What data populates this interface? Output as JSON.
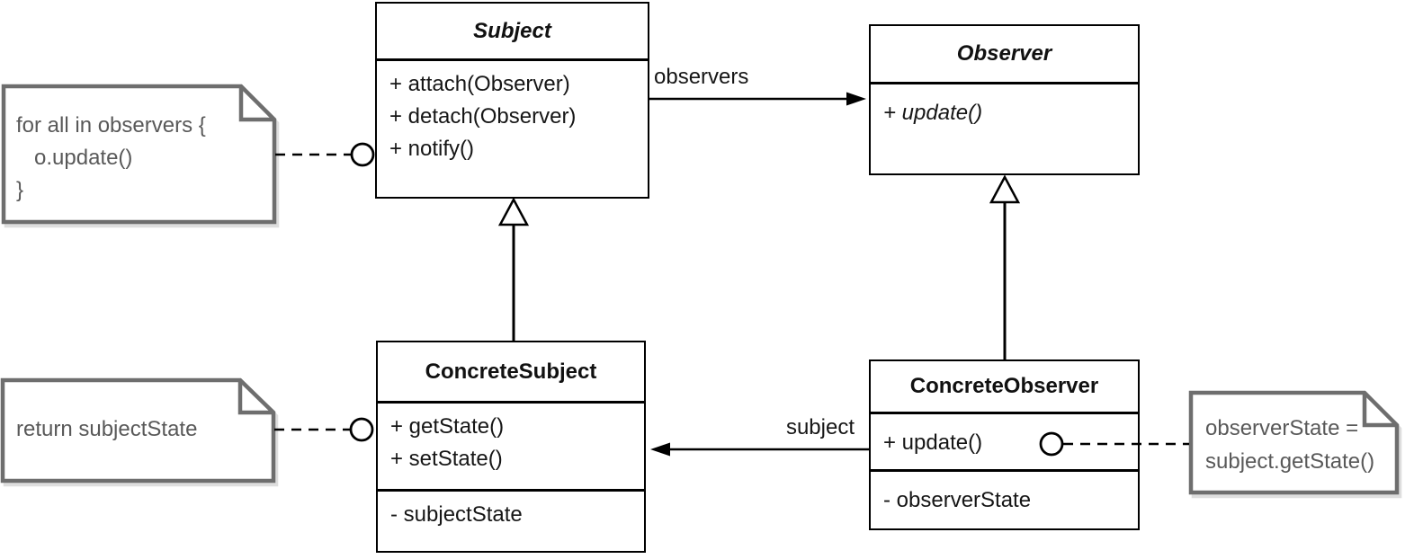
{
  "classes": {
    "subject": {
      "name": "Subject",
      "methods": [
        "+ attach(Observer)",
        "+ detach(Observer)",
        "+ notify()"
      ]
    },
    "observer": {
      "name": "Observer",
      "methods": [
        "+ update()"
      ]
    },
    "concrete_subject": {
      "name": "ConcreteSubject",
      "methods": [
        "+ getState()",
        "+ setState()"
      ],
      "attributes": [
        "- subjectState"
      ]
    },
    "concrete_observer": {
      "name": "ConcreteObserver",
      "methods": [
        "+ update()"
      ],
      "attributes": [
        "- observerState"
      ]
    }
  },
  "notes": {
    "notify": {
      "lines": [
        "for all in observers {",
        "   o.update()",
        "}"
      ]
    },
    "get_state": {
      "lines": [
        "return subjectState"
      ]
    },
    "update": {
      "lines": [
        "observerState =",
        "subject.getState()"
      ]
    }
  },
  "edge_labels": {
    "observers": "observers",
    "subject": "subject"
  },
  "colors": {
    "box_border": "#000000",
    "note_border": "#6e6e6e",
    "note_text": "#595959",
    "text": "#161616",
    "background": "#ffffff"
  }
}
